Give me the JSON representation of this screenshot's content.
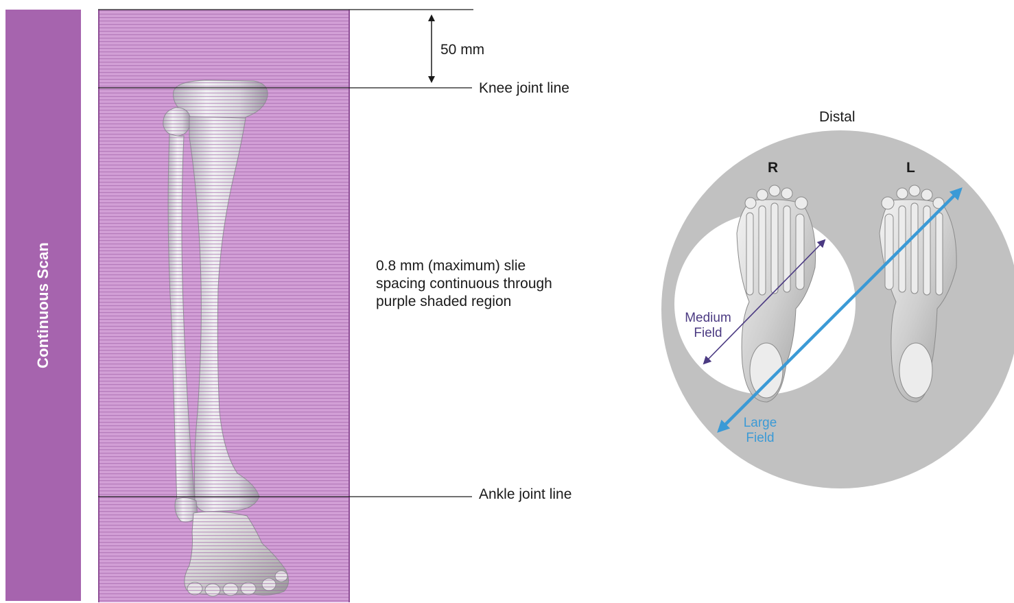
{
  "scan_bar": {
    "label": "Continuous Scan",
    "color": "#a664ae"
  },
  "leg_diagram": {
    "shade_color": "#d29fd6",
    "measure_label": "50 mm",
    "knee_label": "Knee joint line",
    "ankle_label": "Ankle joint line",
    "note": "0.8 mm (maximum) slie spacing continuous through purple shaded region"
  },
  "feet_diagram": {
    "title": "Distal",
    "right_label": "R",
    "left_label": "L",
    "medium_field_label": [
      "Medium",
      "Field"
    ],
    "large_field_label": [
      "Large",
      "Field"
    ],
    "medium_color": "#4b3a82",
    "large_color": "#3b9ad6",
    "outer_circle_color": "#c1c1c1"
  }
}
